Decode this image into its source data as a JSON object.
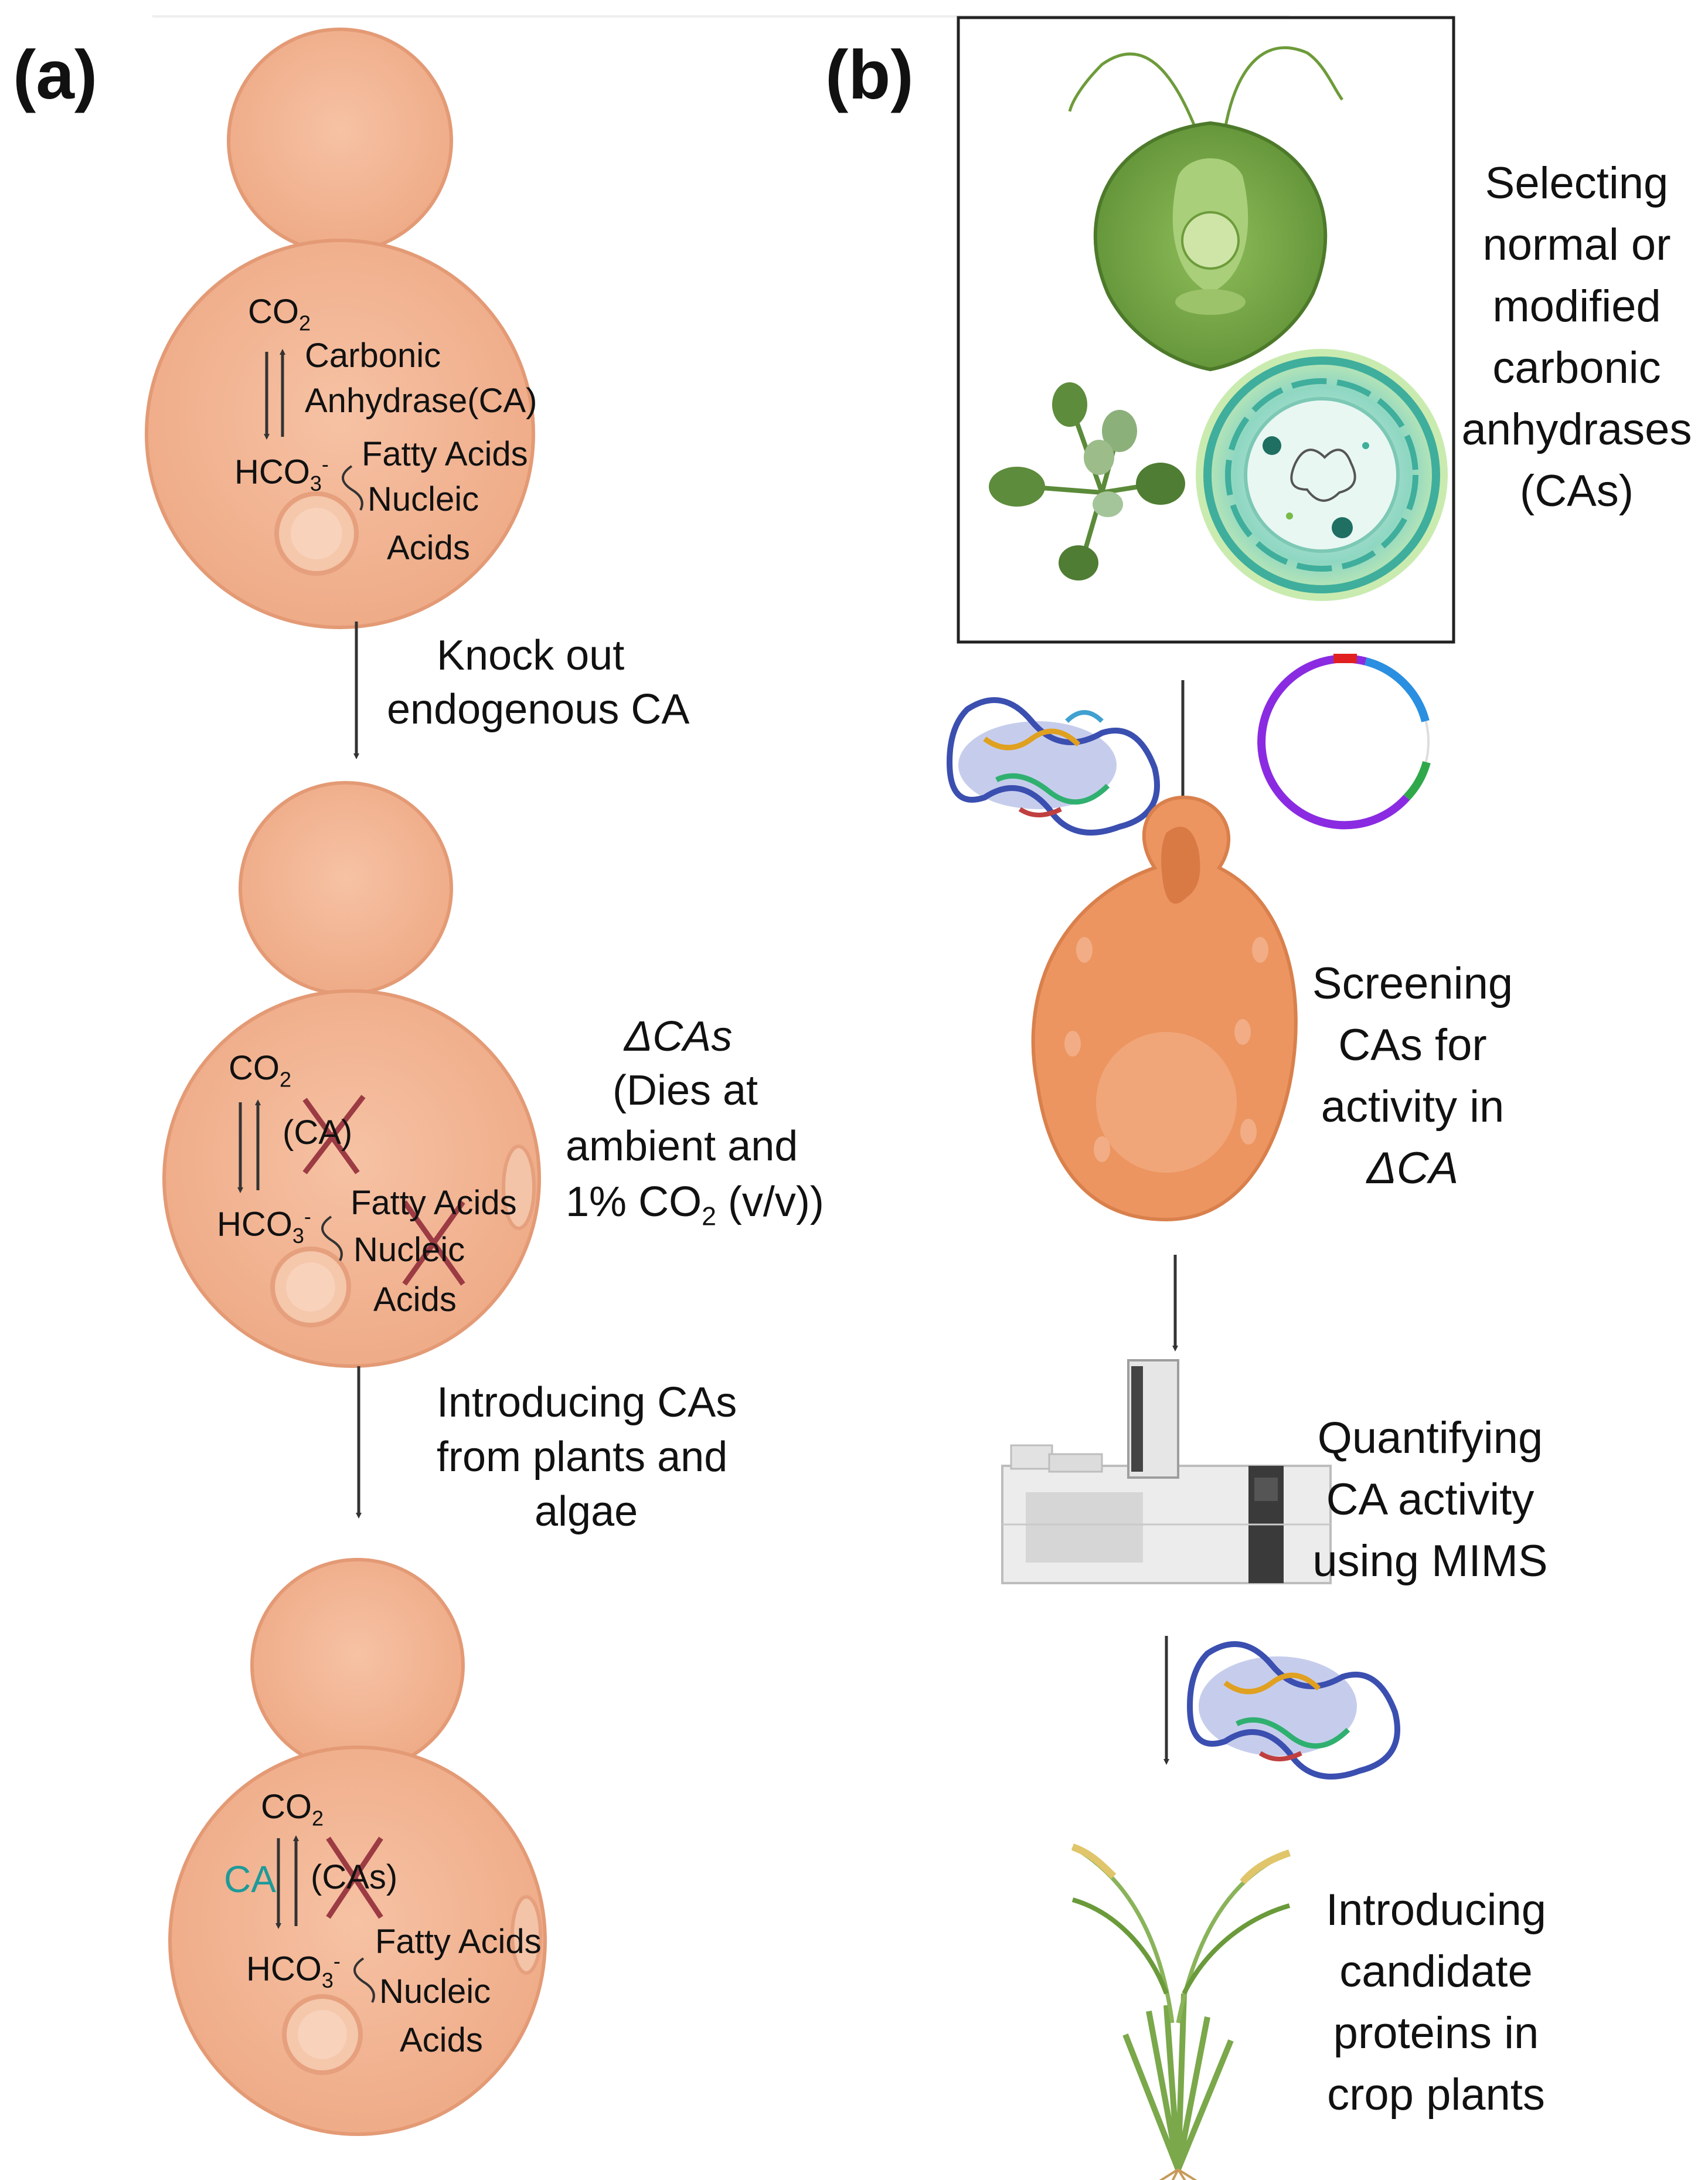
{
  "panels": {
    "a": "(a)",
    "b": "(b)"
  },
  "cell_text": {
    "co2": "CO",
    "co2_sub": "2",
    "hco3": "HCO",
    "hco3_sub": "3",
    "hco3_sup": "-",
    "enzyme_l1": "Carbonic",
    "enzyme_l2": "Anhydrase(CA)",
    "fatty": "Fatty Acids",
    "nucleic": "Nucleic",
    "acids": "Acids",
    "ca_knocked": "(CA)",
    "cas_knocked": "(CAs)",
    "ca_added": "CA"
  },
  "panel_a": {
    "step1_caption": [
      "Knock out",
      "endogenous CA"
    ],
    "mutant_title": "ΔCAs",
    "mutant_note": [
      "(Dies at",
      "ambient and"
    ],
    "mutant_note_l3_pre": "1% CO",
    "mutant_note_l3_sub": "2",
    "mutant_note_l3_post": " (v/v))",
    "step2_caption": [
      "Introducing CAs",
      "from plants and",
      "algae"
    ]
  },
  "panel_b": {
    "selecting": [
      "Selecting",
      "normal or",
      "modified",
      "carbonic",
      "anhydrases",
      "(CAs)"
    ],
    "screening": [
      "Screening",
      "CAs  for",
      "activity in"
    ],
    "screening_mutant": "ΔCA",
    "quantifying": [
      "Quantifying",
      "CA activity",
      "using MIMS"
    ],
    "introducing": [
      "Introducing",
      "candidate",
      "proteins in",
      "crop plants"
    ]
  },
  "colors": {
    "cell_fill": "#f1b18f",
    "cell_stroke": "#e0926c",
    "yeast_b": "#ec9560",
    "algae": "#7daa4a",
    "cyano": "#3fae9c",
    "cross": "#9c3b43",
    "teal_text": "#1d9a9a",
    "plasmid_purple": "#8a2be2",
    "plasmid_blue": "#2a8fe0",
    "plasmid_green": "#2fa84a",
    "plasmid_red": "#e02020"
  }
}
